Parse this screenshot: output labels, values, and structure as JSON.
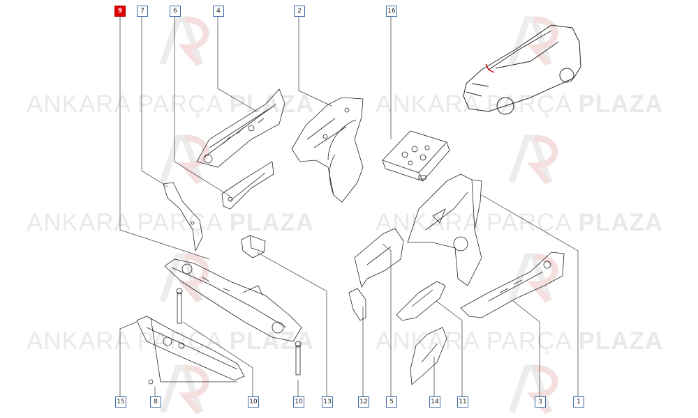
{
  "watermark": {
    "light": "ANKARA PARÇA",
    "bold": "PLAZA"
  },
  "selected_part": "9",
  "callouts": {
    "top": [
      "9",
      "7",
      "6",
      "4",
      "2",
      "16"
    ],
    "bottom": [
      "15",
      "8",
      "10",
      "10",
      "13",
      "12",
      "5",
      "14",
      "11",
      "3",
      "1"
    ]
  }
}
